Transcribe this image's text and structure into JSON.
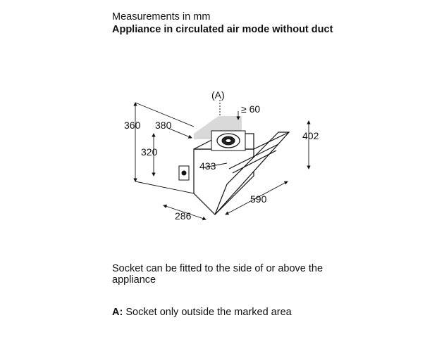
{
  "header": {
    "units": "Measurements in mm",
    "title": "Appliance in circulated air mode without duct"
  },
  "figure": {
    "label_a": "(A)",
    "dimensions": {
      "clearance": "≥ 60",
      "total_height": "360",
      "depth": "380",
      "socket_height": "320",
      "front_height": "402",
      "duct_width": "433",
      "width": "590",
      "side_depth": "286"
    }
  },
  "notes": {
    "socket": "Socket can be fitted to the side of or above the appliance",
    "a_key": "A:",
    "a_text": "Socket only outside the marked area"
  }
}
